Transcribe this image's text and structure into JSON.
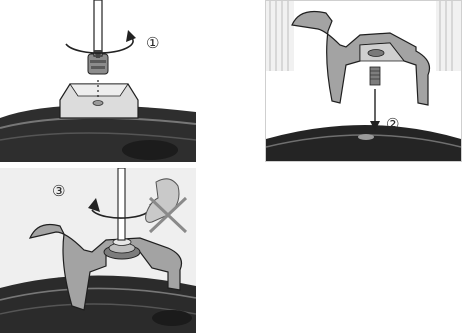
{
  "steps": [
    {
      "number": "①",
      "action": "screw-in"
    },
    {
      "number": "②",
      "action": "attach-grip"
    },
    {
      "number": "③",
      "action": "tighten-no-excess-force"
    }
  ],
  "colors": {
    "lens_body": "#3a3a3a",
    "grip_gray": "#9b9b9b",
    "line": "#1f1f1f",
    "warning_cross": "#8a8a8a"
  },
  "icons": [
    "screwdriver-icon",
    "rotation-arrow-icon",
    "no-excess-force-icon"
  ]
}
